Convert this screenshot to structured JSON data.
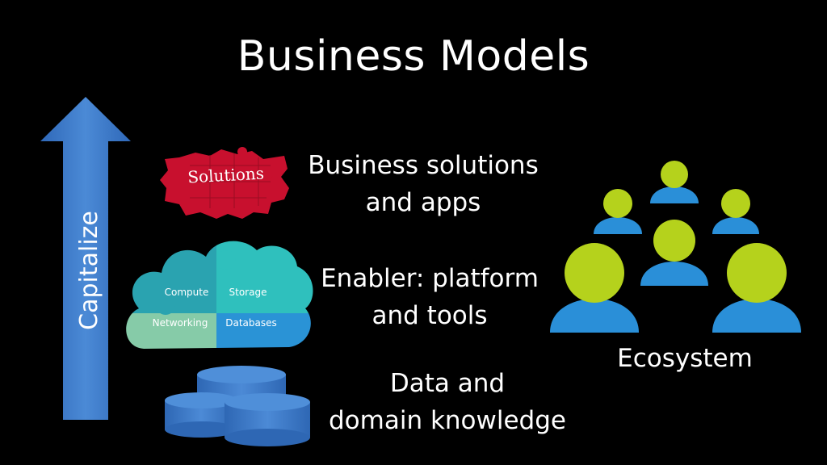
{
  "slide": {
    "title": "Business Models",
    "arrow_label": "Capitalize",
    "layers": [
      {
        "line1": "Business solutions",
        "line2": "and apps",
        "graphic": "Solutions"
      },
      {
        "line1": "Enabler: platform",
        "line2": "and tools"
      },
      {
        "line1": "Data and",
        "line2": "domain knowledge"
      }
    ],
    "cloud_quadrants": [
      "Compute",
      "Storage",
      "Networking",
      "Databases"
    ],
    "ecosystem_label": "Ecosystem"
  },
  "colors": {
    "background": "#000000",
    "arrow_blue": "#3a78c8",
    "puzzle_red": "#c8102e",
    "person_green": "#b5d21c",
    "person_blue": "#2a8fd8",
    "cloud_teal": "#2bb3b8",
    "cloud_green": "#84c9a6",
    "cloud_blue": "#2a93d6",
    "cylinder_blue": "#3d7cc9"
  }
}
